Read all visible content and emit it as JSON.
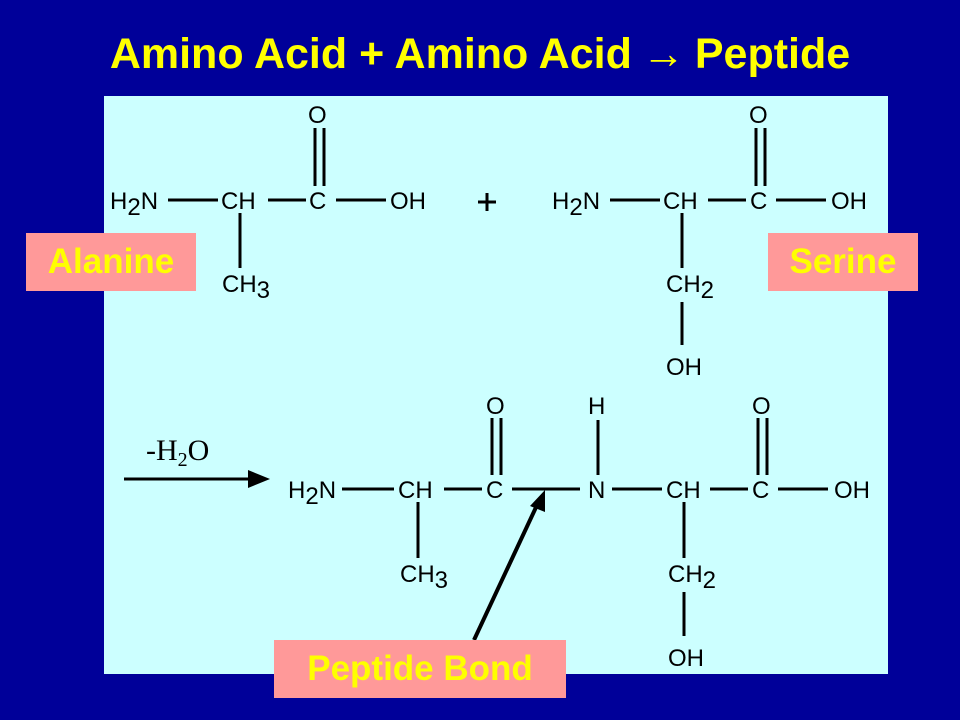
{
  "title": {
    "left": "Amino Acid + Amino Acid",
    "arrow": "→",
    "right": "Peptide"
  },
  "labels": {
    "alanine": "Alanine",
    "serine": "Serine",
    "peptide_bond": "Peptide Bond"
  },
  "reaction": {
    "plus": "+",
    "condition": "-H2O"
  },
  "colors": {
    "background": "#000099",
    "title": "#FFFF00",
    "panel": "#CCFFFF",
    "label_bg": "#FF9999",
    "label_text": "#FFFF00"
  }
}
